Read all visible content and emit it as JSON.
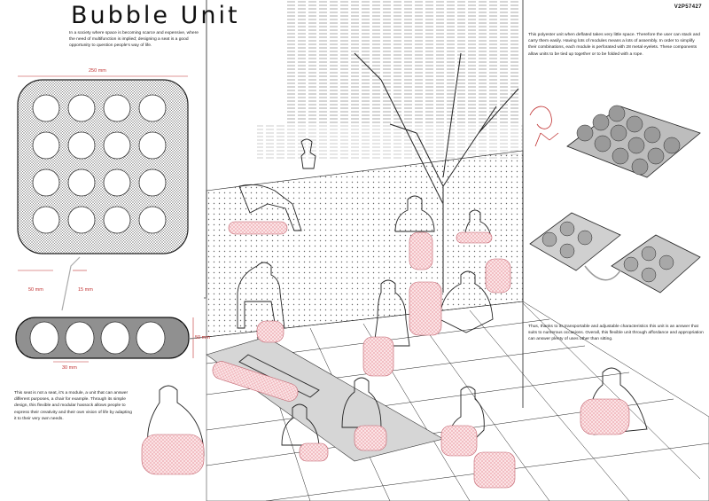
{
  "poster": {
    "title": "Bubble Unit",
    "code": "V2P57427"
  },
  "texts": {
    "intro": "In a society where space is becoming scarce and expensive, where the need of multifunction is implied; designing a seat is a good opportunity to question people's way of life.",
    "deflated": "This polyester unit when deflated takes very little space. Therefore the user can stack and carry them easily. Having lots of modules means a lots of assembly. In order to simplify their combinations, each module is perforated with 28 metal eyelets. These components allow units to be tied up together or to be folded with a rope.",
    "adaptable": "Thus, thanks to its transportable and adjustable characteristics this unit is an answer that suits to numerous occasions. Overall, this flexible unit through affordance and appropriation can answer plenty of uses other than sitting.",
    "not_a_seat": "This seat is not a seat, it's a module, a unit that can answer different purposes, a chair for example. Through its simple design, this flexible and modular hassock allows people to express their creativity and their own vision of life by adapting it to their very own needs."
  },
  "dimensions": {
    "width": "250 mm",
    "spacing_a": "50 mm",
    "spacing_b": "15 mm",
    "height": "50 mm",
    "depth": "30 mm"
  },
  "colors": {
    "accent": "#c03030",
    "ink": "#222222",
    "bubble_pink": "#f4c4c8",
    "bubble_grey": "#9a9a9a"
  }
}
